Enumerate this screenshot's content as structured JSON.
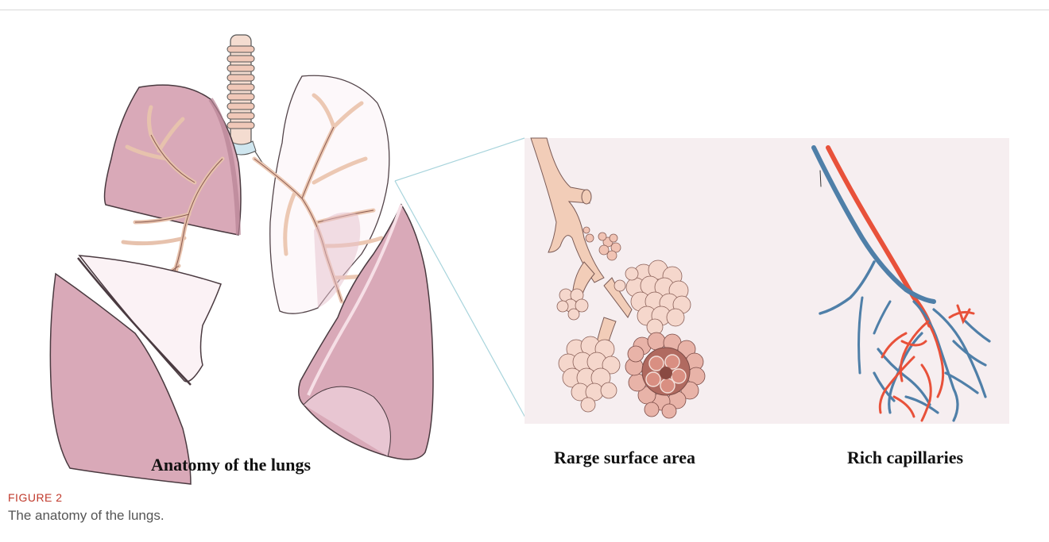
{
  "figure": {
    "panels": [
      {
        "label": "Anatomy of the lungs"
      },
      {
        "label": "Rarge surface area"
      },
      {
        "label": "Rich capillaries"
      }
    ],
    "caption": {
      "number": "FIGURE 2",
      "text": "The anatomy of the lungs."
    },
    "colors": {
      "lung_fill": "#d9a9b8",
      "lung_light": "#eccdd8",
      "bronchi": "#f2cdb8",
      "alveoli": "#f1c3b4",
      "panel_bg": "#f6eef0",
      "artery": "#e8513a",
      "vein": "#4f7fa8",
      "connector": "#a8d4dc"
    }
  }
}
